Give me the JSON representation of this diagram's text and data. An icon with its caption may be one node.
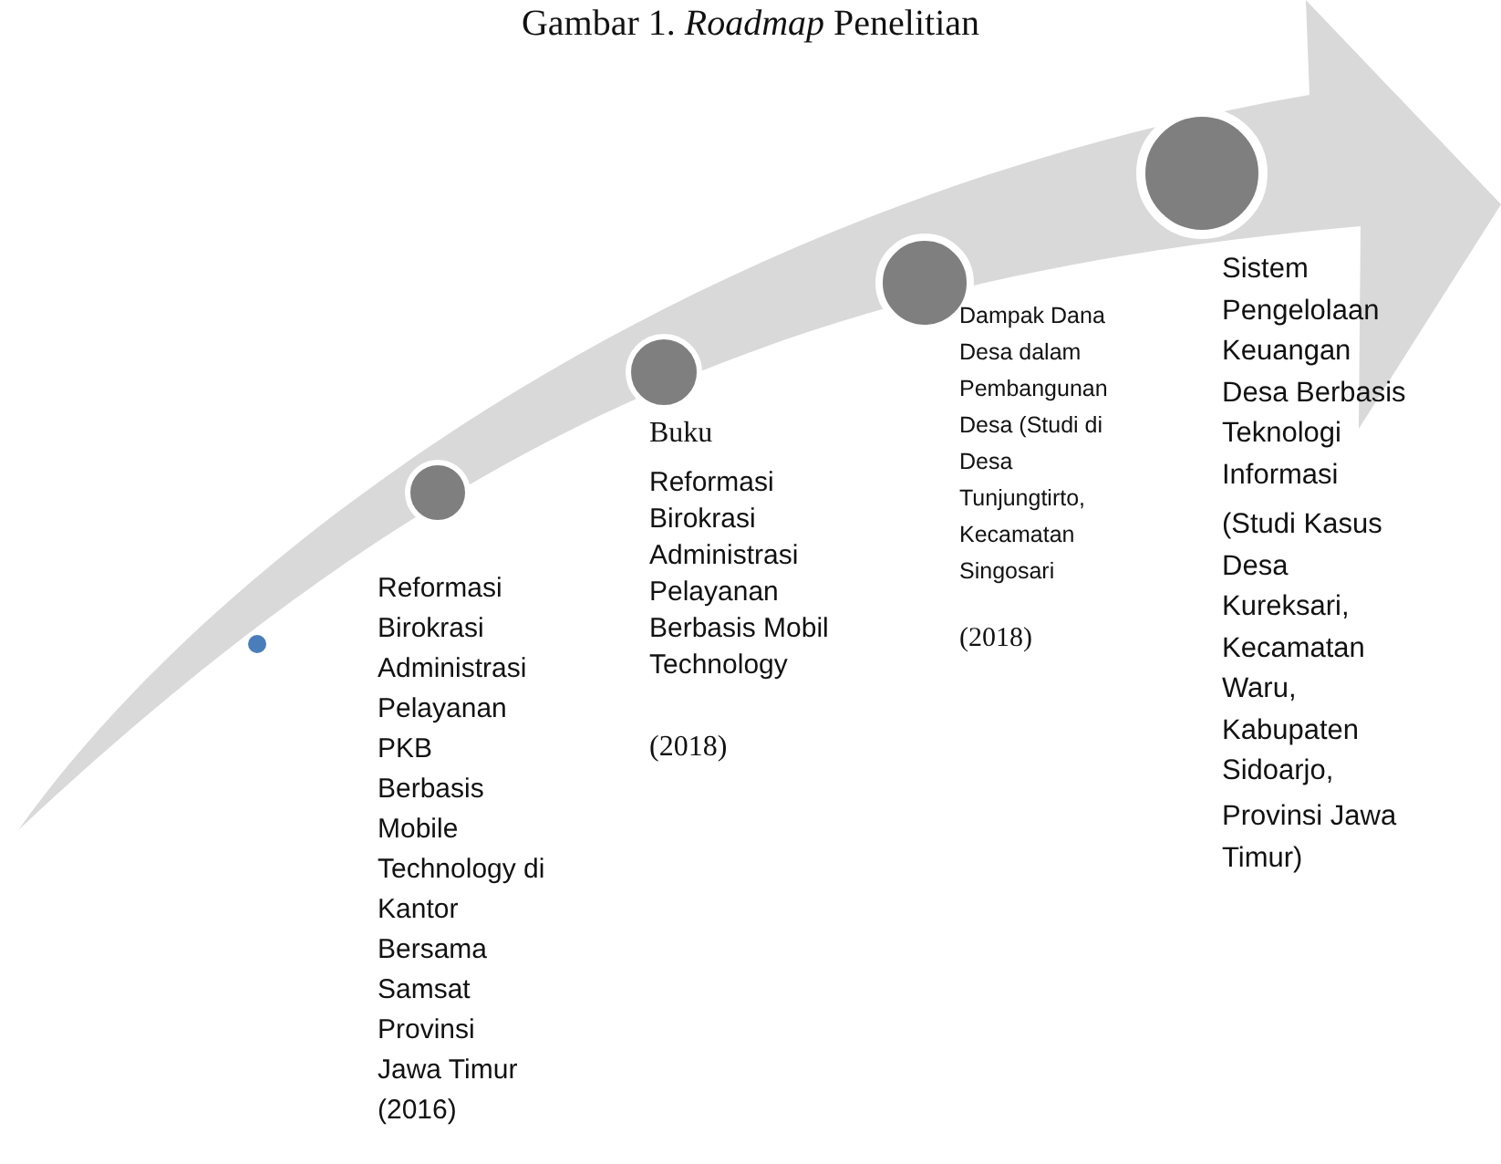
{
  "diagram": {
    "title": "Gambar 1. *Roadmap* Penelitian",
    "nodes": [
      {
        "text": [],
        "shape": "circle"
      },
      {
        "text": [],
        "shape": "circle",
        "beside": [
          "Reformasi Birokrasi Administrasi Pelayanan PKB Berbasis Mobile Technology di Kantor Bersama Samsat Provinsi Jawa Timur (2016)"
        ]
      },
      {
        "text": [],
        "shape": "circle",
        "beside": [
          "Buku",
          "Reformasi Birokrasi Administrasi Pelayanan Berbasis Mobil Technology",
          "(2018)"
        ]
      },
      {
        "text": [],
        "shape": "circle",
        "beside": [
          "Dampak Dana Desa dalam Pembangunan Desa (Studi di Desa Tunjungtirto, Kecamatan Singosari",
          "(2018)"
        ]
      },
      {
        "text": [],
        "shape": "circle",
        "beside": [
          "Sistem Pengelolaan Keuangan Desa Berbasis Teknologi Informasi",
          "(Studi Kasus Desa Kureksari, Kecamatan Waru, Kabupaten Sidoarjo,",
          "Provinsi Jawa Timur)"
        ]
      }
    ]
  }
}
